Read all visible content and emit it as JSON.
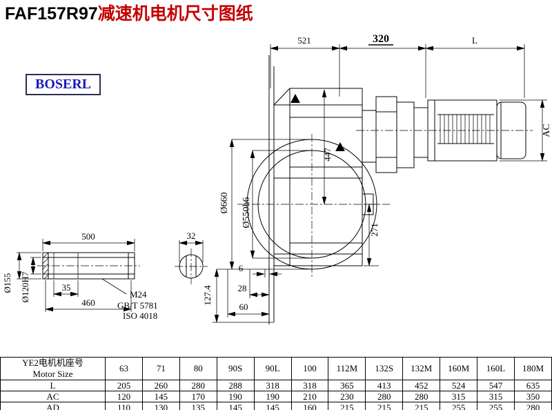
{
  "header": {
    "title_model": "FAF157R97",
    "title_suffix": "减速机电机尺寸图纸"
  },
  "logo": {
    "text": "BOSERL"
  },
  "drawing": {
    "dims": {
      "d521": "521",
      "d320": "320",
      "dL": "L",
      "dAC": "AC",
      "d447": "447",
      "d271": "271",
      "d660": "Ø660",
      "d550": "Ø550h6",
      "d500": "500",
      "d32": "32",
      "d35": "35",
      "d460": "460",
      "d155": "Ø155",
      "d120": "Ø120H7",
      "m24": "M24",
      "gb": "GB/T 5781",
      "iso": "ISO 4018",
      "d6": "6",
      "d28": "28",
      "d60": "60",
      "d127": "127.4"
    }
  },
  "table": {
    "header_line1": "YE2电机机座号",
    "header_line2": "Motor Size",
    "columns": [
      "63",
      "71",
      "80",
      "90S",
      "90L",
      "100",
      "112M",
      "132S",
      "132M",
      "160M",
      "160L",
      "180M"
    ],
    "rows": [
      {
        "label": "L",
        "values": [
          "205",
          "260",
          "280",
          "288",
          "318",
          "318",
          "365",
          "413",
          "452",
          "524",
          "547",
          "635"
        ]
      },
      {
        "label": "AC",
        "values": [
          "120",
          "145",
          "170",
          "190",
          "190",
          "210",
          "230",
          "280",
          "280",
          "315",
          "315",
          "350"
        ]
      },
      {
        "label": "AD",
        "values": [
          "110",
          "130",
          "135",
          "145",
          "145",
          "160",
          "215",
          "215",
          "215",
          "255",
          "255",
          "280"
        ]
      }
    ]
  }
}
